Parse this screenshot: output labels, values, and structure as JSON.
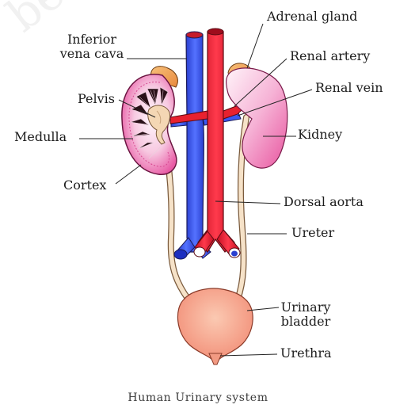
{
  "labels": {
    "adrenal_gland": "Adrenal gland",
    "inferior_vena_cava_line1": "Inferior",
    "inferior_vena_cava_line2": "vena cava",
    "renal_artery": "Renal artery",
    "renal_vein": "Renal vein",
    "pelvis": "Pelvis",
    "medulla": "Medulla",
    "kidney": "Kidney",
    "cortex": "Cortex",
    "dorsal_aorta": "Dorsal aorta",
    "ureter": "Ureter",
    "urinary_bladder_line1": "Urinary",
    "urinary_bladder_line2": "bladder",
    "urethra": "Urethra"
  },
  "caption": "Human Urinary system",
  "watermark": "be p",
  "colors": {
    "artery": "#e01a2e",
    "vein": "#2f4ff0",
    "kidney_pink": "#f07cb8",
    "adrenal": "#f0a45a",
    "ureter": "#f3dcc0",
    "bladder": "#f5a88a"
  }
}
